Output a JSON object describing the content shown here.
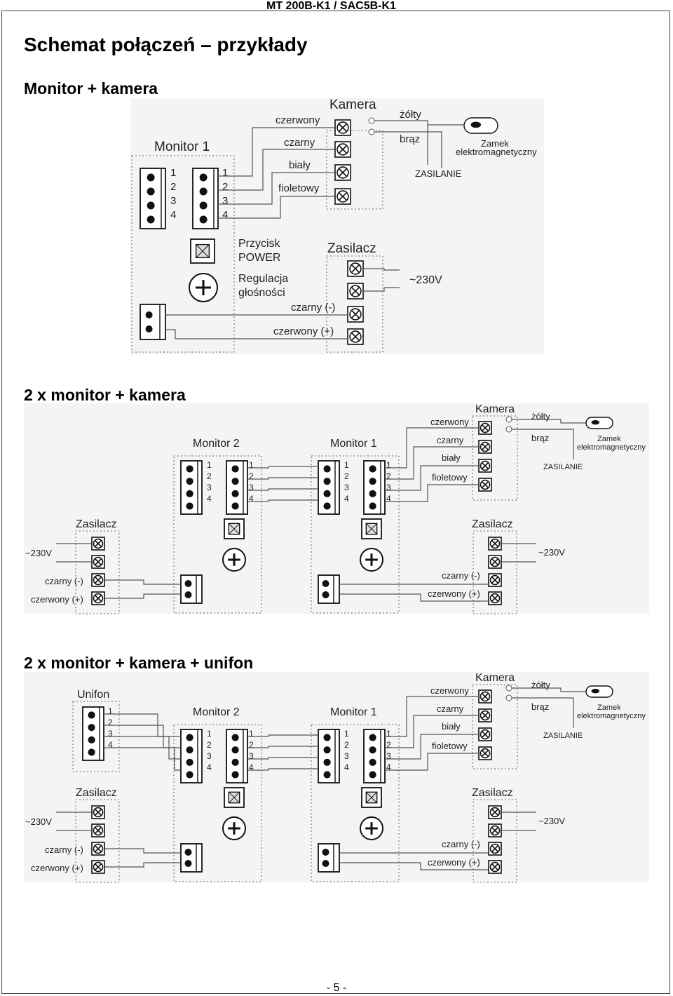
{
  "header": {
    "model": "MT 200B-K1 / SAC5B-K1"
  },
  "title": "Schemat połączeń – przykłady",
  "sections": [
    {
      "title": "Monitor + kamera"
    },
    {
      "title": "2 x monitor + kamera"
    },
    {
      "title": "2 x monitor + kamera + unifon"
    }
  ],
  "labels": {
    "kamera": "Kamera",
    "monitor1": "Monitor 1",
    "monitor2": "Monitor 2",
    "unifon": "Unifon",
    "zasilacz": "Zasilacz",
    "czerwony": "czerwony",
    "czarny": "czarny",
    "bialy": "biały",
    "fioletowy": "fioletowy",
    "zolty": "żółty",
    "braz": "brąz",
    "zamek": "Zamek",
    "elektro": "elektromagnetyczny",
    "zasilanie": "ZASILANIE",
    "przycisk": "Przycisk",
    "power": "POWER",
    "regulacja": "Regulacja",
    "glosnosci": "głośności",
    "czarny_minus": "czarny (-)",
    "czerwony_plus": "czerwony (+)",
    "v230": "~230V",
    "n1": "1",
    "n2": "2",
    "n3": "3",
    "n4": "4"
  },
  "footer": {
    "page": "- 5 -"
  }
}
